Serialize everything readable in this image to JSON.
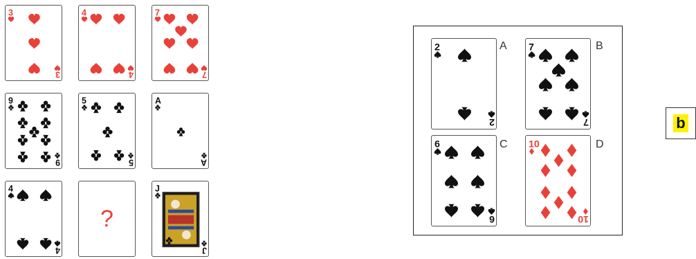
{
  "colors": {
    "red": "#e8413a",
    "black": "#111111"
  },
  "puzzle": {
    "cards": [
      {
        "rank": "3",
        "suit": "hearts"
      },
      {
        "rank": "4",
        "suit": "hearts"
      },
      {
        "rank": "7",
        "suit": "hearts"
      },
      {
        "rank": "9",
        "suit": "clubs"
      },
      {
        "rank": "5",
        "suit": "clubs"
      },
      {
        "rank": "A",
        "suit": "clubs"
      },
      {
        "rank": "4",
        "suit": "spades"
      },
      {
        "rank": "?",
        "suit": "unknown",
        "text": "?"
      },
      {
        "rank": "J",
        "suit": "clubs",
        "face": true
      }
    ]
  },
  "options": [
    {
      "letter": "A",
      "rank": "2",
      "suit": "spades"
    },
    {
      "letter": "B",
      "rank": "7",
      "suit": "spades"
    },
    {
      "letter": "C",
      "rank": "6",
      "suit": "spades"
    },
    {
      "letter": "D",
      "rank": "10",
      "suit": "diamonds"
    }
  ],
  "answer_tag": "b"
}
